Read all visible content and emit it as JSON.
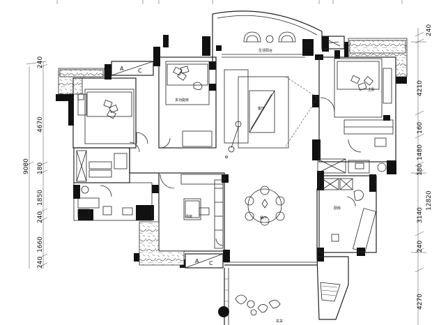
{
  "dimensions_left": {
    "d240_top": "240",
    "d4670": "4670",
    "d9080": "9080",
    "d180": "180",
    "d1850": "1850",
    "d240_mid": "240",
    "d1660": "1660",
    "d240_bot": "240"
  },
  "dimensions_right": {
    "d240_top": "240",
    "d4210": "4210",
    "d160": "160",
    "d1480": "1480",
    "d180": "180",
    "d12820": "12820",
    "d3140": "3140",
    "d240_mid": "240",
    "d4270": "4270"
  },
  "rooms": {
    "balcony_top": "生活阳台",
    "kids_room": "多功能房",
    "living_room": "客厅",
    "master_bedroom": "主卧",
    "study": "书房",
    "dining": "餐厅",
    "kitchen": "厨房",
    "entrance": "玄关"
  },
  "ac_units": {
    "ac1_a": "A",
    "ac1_c": "C",
    "ac2_a": "A",
    "ac2_c": "C"
  },
  "colors": {
    "line": "#222222",
    "wall": "#111111",
    "background": "#ffffff"
  }
}
